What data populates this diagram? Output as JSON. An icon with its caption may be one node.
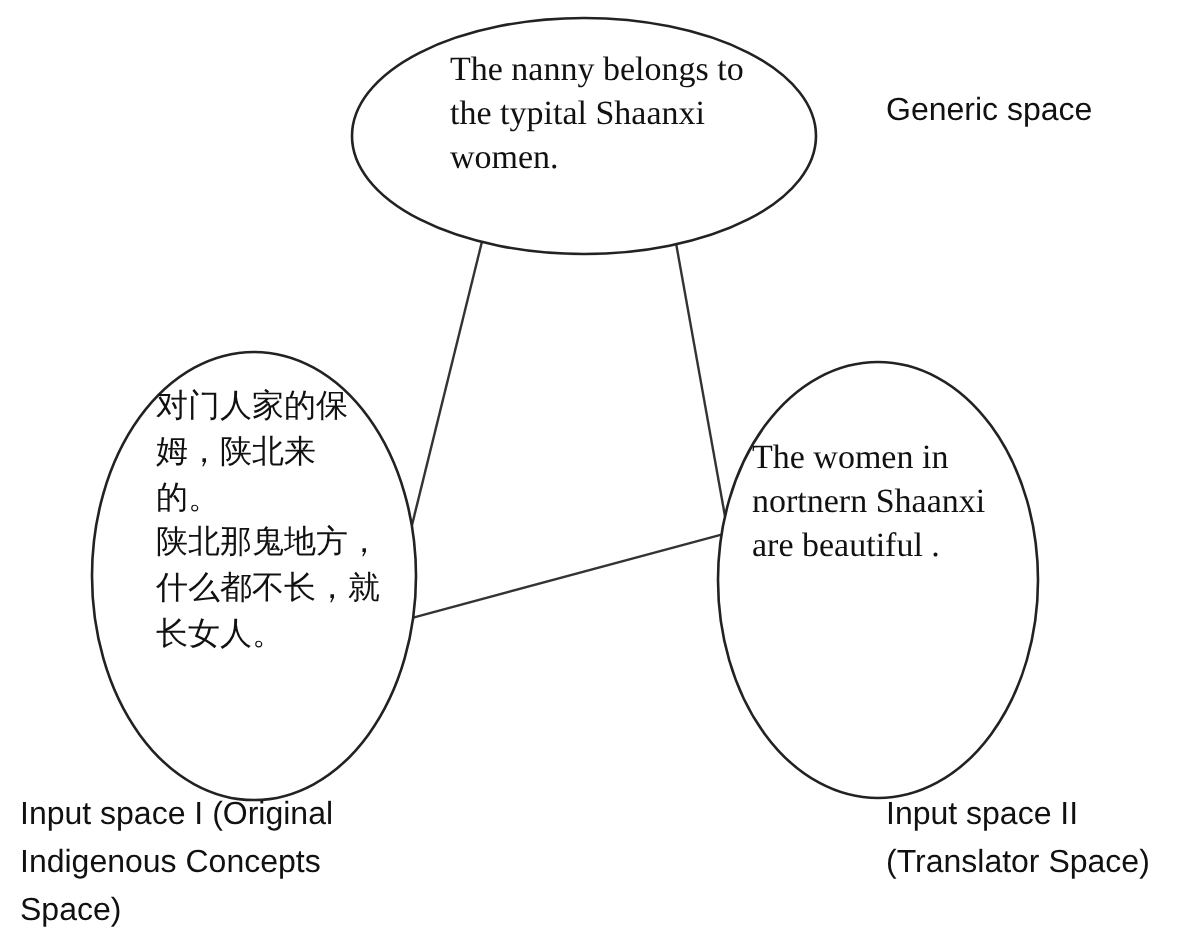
{
  "diagram": {
    "nodes": [
      {
        "text": [
          "The nanny belongs to the typital Shaanxi women."
        ],
        "beside": [
          "Generic space"
        ]
      },
      {
        "text": [
          "对门人家的保姆，陕北来的。",
          "陕北那鬼地方，什么都不长，就长女人。"
        ],
        "beside": [
          "Input space I (Original Indigenous Concepts Space)"
        ]
      },
      {
        "text": [
          "The women in nortnern Shaanxi are beautiful ."
        ],
        "beside": [
          "Input space II (Translator Space)"
        ]
      }
    ],
    "edges": [
      {
        "from": 0,
        "to": 1,
        "arrow": "none"
      },
      {
        "from": 0,
        "to": 2,
        "arrow": "none"
      },
      {
        "from": 1,
        "to": 2,
        "arrow": "none"
      }
    ]
  }
}
